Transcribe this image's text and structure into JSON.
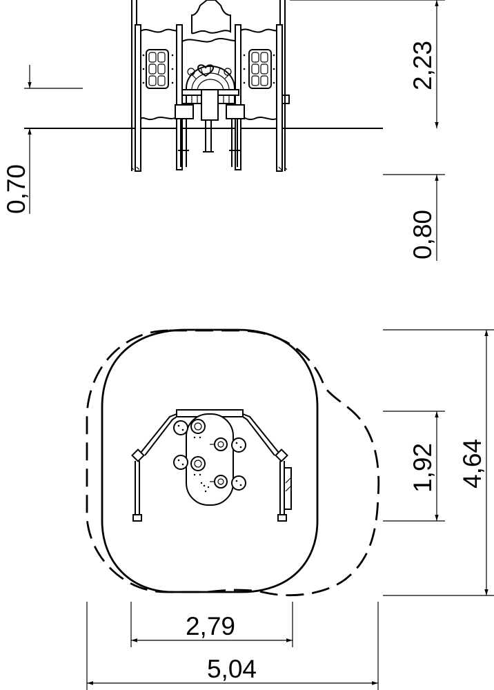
{
  "diagram": {
    "elevation_dimensions": {
      "above_ground_height": "2,23",
      "ground_offset_left": "0,70",
      "foundation_depth": "0,80"
    },
    "plan_dimensions": {
      "total_depth": "4,64",
      "equipment_depth": "1,92",
      "equipment_width": "2,79",
      "total_width": "5,04"
    },
    "colors": {
      "line": "#000000",
      "background": "#ffffff"
    }
  }
}
